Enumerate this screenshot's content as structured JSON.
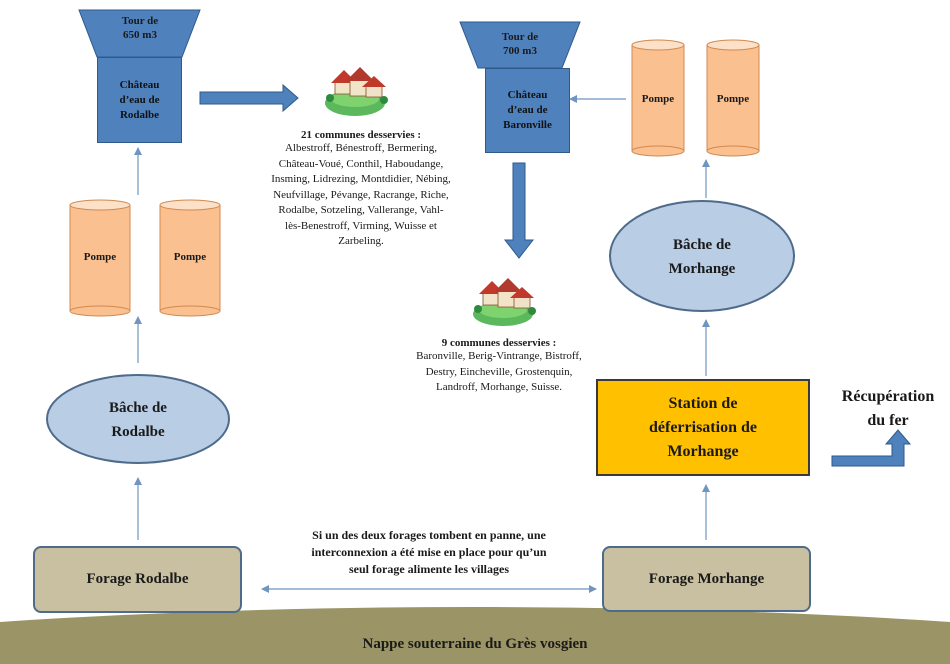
{
  "colors": {
    "tank_blue": "#4f81bd",
    "pump_orange": "#fac090",
    "basin_blue": "#b9cde5",
    "forage_tan": "#c8c0a0",
    "station_yellow": "#ffc000",
    "ground_olive": "#9a9466",
    "arrow_blue": "#4f81bd"
  },
  "left": {
    "tower": "Tour de\n650 m3",
    "chateau": "Château\nd’eau de\nRodalbe",
    "pump1": "Pompe",
    "pump2": "Pompe",
    "basin": "Bâche de\nRodalbe",
    "forage": "Forage Rodalbe"
  },
  "right": {
    "tower": "Tour de\n700 m3",
    "chateau": "Château\nd’eau de\nBaronville",
    "pump1": "Pompe",
    "pump2": "Pompe",
    "basin": "Bâche de\nMorhange",
    "station": "Station de\ndéferrisation de\nMorhange",
    "forage": "Forage Morhange",
    "iron_recovery": "Récupération\ndu fer"
  },
  "communes_rodalbe": {
    "title": "21 communes desservies :",
    "list": "Albestroff, Bénestroff, Bermering,\nChâteau-Voué, Conthil, Haboudange,\nInsming, Lidrezing, Montdidier, Nébing,\nNeufvillage, Pévange, Racrange, Riche,\nRodalbe, Sotzeling, Vallerange, Vahl-\nlès-Benestroff, Virming, Wuisse et\nZarbeling."
  },
  "communes_baronville": {
    "title": "9 communes desservies :",
    "list": "Baronville, Berig-Vintrange,  Bistroff,\nDestry, Eincheville, Grostenquin,\nLandroff, Morhange, Suisse."
  },
  "interconnexion_note": "Si un des deux forages tombent en panne, une\ninterconnexion a été mise en place pour qu’un\nseul forage alimente les villages",
  "aquifer": "Nappe souterraine du Grès vosgien"
}
